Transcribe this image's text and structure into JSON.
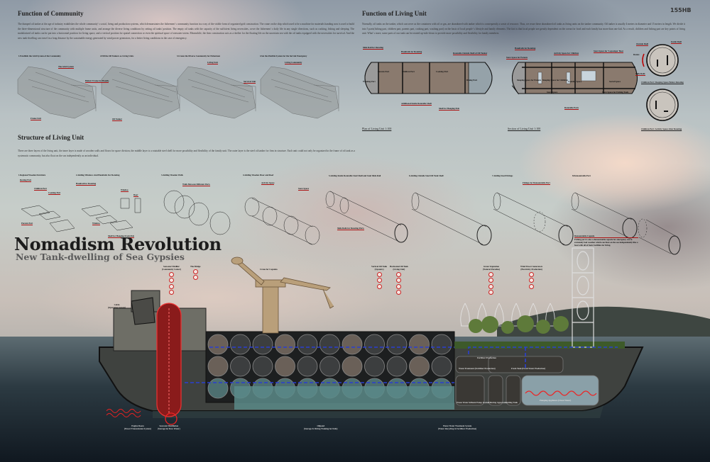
{
  "community": {
    "title": "Function of Community",
    "paragraph": "The dumped oil tanker at the age of industry establishes the whole community' s social, living and production systems, which demonstrates the fishermen' s community function in a way of the visible form of organized grid construction. The crane on the ship which used to be a machine for materials handing now is used to build the three-dimensional structure of the community with multiple frame units, and arrange the diverse living conditions by setting oil tanks' position. The empty oil tanks with the capacity of the sufficient living necessities, cover the fishermen' s daily life in any single directions, such as cooking, fishing and sleeping. The modularized oil tanks can be put into a horizontal position for living space, and a vertical position for spatial connection or even the spiritual space of seawater totem. Meanwhile, the firm construction acts as a shelter for the floating life on the uncertain sea with the oil tanks equipped with the necessities for survival. And the new tank-dwelling can travel in a long distance by the sustainable energy generated by wind power generators, for a better living conditions in the case of emergency.",
    "steps": [
      "1.Establish the Grid System of the Community",
      "2.Fill the Oil Tankers as Living Units",
      "3.Create the Diverse Community for Fishermen",
      "4.Set the Flexible System for the Survial Emergency"
    ],
    "labels": [
      "The Grid System",
      "Frame Unit",
      "Balustr Frame for Handle",
      "Oil Tanker",
      "Living Unit",
      "Survival Unit",
      "Living Community"
    ]
  },
  "living_unit": {
    "title": "Function of Living Unit",
    "code": "155HB",
    "paragraph": "Normally, oil tanks on the tanker, which can serve as the containers with oil or gas, are abandoned with tanker which is consequently a waste of resource. Thus, we reuse these abandoned oil tanks as living units on the tanker community. Oil tanker is usually 4 meters in diameter and 15 meters in length. We divide it into 5 parts(fishing part, children part, parents part, cooking part, washing part) on the basis of local people' s lifestyle and family elements. The fact is that local people are greatly dependent on the ocean for food and each family has more than one kid. As a result, children and fishing part are key points of living unit. What' s more, some parts of our tank can be rotated up-side-down to provide more possibility and flexibility for family members.",
    "plan_labels": [
      "Slide Rail for Rotating",
      "Handrails for Rotating",
      "Rotatable Outside Shell of Oil Tanker",
      "Parents Part",
      "Children Part",
      "Cooking Part",
      "Dining Part",
      "Washing Part",
      "Additional Inside Rotatable Shell",
      "Shelf for Hanging Fish"
    ],
    "plan_caption": "Plan of Living Unit 1:100",
    "section_labels": [
      "Handrails for Rotating",
      "Store Space for Parents",
      "Activity Space for Children",
      "Store Space for 'Lepaslepa' Boat",
      "Sleeping Space for Parents",
      "Sleeping Space for Children",
      "Cooking Space",
      "Social Space",
      "Store Space",
      "Store Space for Fishing Tools",
      "Rotatable Parts"
    ],
    "section_caption": "Section of Living Unit 1:100",
    "circle_labels": [
      "Outside Shell",
      "Inside Shell",
      "Rotate",
      "Slide Rails"
    ],
    "circle_captions": [
      "Children Part: Sleeping Space Before Rotating",
      "Children Part: Activity Space After Rotating"
    ]
  },
  "structure": {
    "title": "Structure of Living Unit",
    "paragraph": "There are three layers of the living unit, the inner layer is made of wooden walls and floors for space division, the middle layer is a rotatable steel shell for more possibility and flexibility of the family unit. The outer layer is the steel oil tanker for firm in structure. Each unit could not only be organized in the frame of oil tank as a systematic community, but also float on the sea independently as an individual.",
    "steps": [
      "1.Regional Wooden Furniture",
      "2.Adding Windows And Handrails For Rotating",
      "3.Adding Wooden Walls",
      "4.Adding Wooden Floor and Roof",
      "5.Adding Inside Rotatable Steel Shell and Steel Slide Rail",
      "6.Adding Outside Steel Oil Tank Shell",
      "7.Adding Steel Fittings",
      "8.Demountable Part"
    ],
    "labels": [
      "Resting Part",
      "Children Part",
      "Cooking Part",
      "Parents Part",
      "Handrail for Rotating",
      "Window",
      "Door",
      "Window",
      "Shelf for Hanging Fresh Fish",
      "Walls Between Different Parts",
      "Activity Space",
      "Store Space",
      "Slide Rails for Rotating Parts",
      "Fittings for Demountable Part"
    ],
    "capsule_title": "Demountable Capsule",
    "capsule_text": "Fishing part is also a demountable capsule for emergency use in extremely bad weather which can float on the sea independently like a boat with all of basic facilities for living."
  },
  "poster": {
    "title": "Nomadism Revolution",
    "subtitle": "New Tank-dwelling of Sea Gypsies"
  },
  "section": {
    "labels": [
      {
        "t": "Cabin",
        "s": "(Operating System)"
      },
      {
        "t": "Seawater Distiller",
        "s": "(Community Center)"
      },
      {
        "t": "The Bridge",
        "s": ""
      },
      {
        "t": "Crane for Capsules",
        "s": ""
      },
      {
        "t": "Vertical Oil Tank",
        "s": "(Upstairs)"
      },
      {
        "t": "Horizontal Oil Tank",
        "s": "(Living Unit)"
      },
      {
        "t": "Green Vegetation",
        "s": "(Natural Paradise)"
      },
      {
        "t": "Wind Power Generators",
        "s": "(Electricity Production)"
      },
      {
        "t": "Engine Room",
        "s": "(Power Transmission System)"
      },
      {
        "t": "Seawater Distillation",
        "s": "(Storage for Raw Water)"
      },
      {
        "t": "Oilpond",
        "s": "(Storage & Diving Training for Kids)"
      },
      {
        "t": "Waste Water Treatment System",
        "s": "(Water Recycling & Fertilizer Production)"
      }
    ],
    "rooms": [
      "Waste Treatment (Fertilizer Production)",
      "Fresh Tank (Fresh Water Production)",
      "Fertilizer Production",
      "Waste Water Influent Pump Station",
      "Filtering Apparatus",
      "Settling Tank",
      "Pumping Appliance (Clean Water)"
    ]
  },
  "colors": {
    "accent": "#a21a1a",
    "pipe": "#2a3fd0",
    "water": "#5a8a88"
  }
}
